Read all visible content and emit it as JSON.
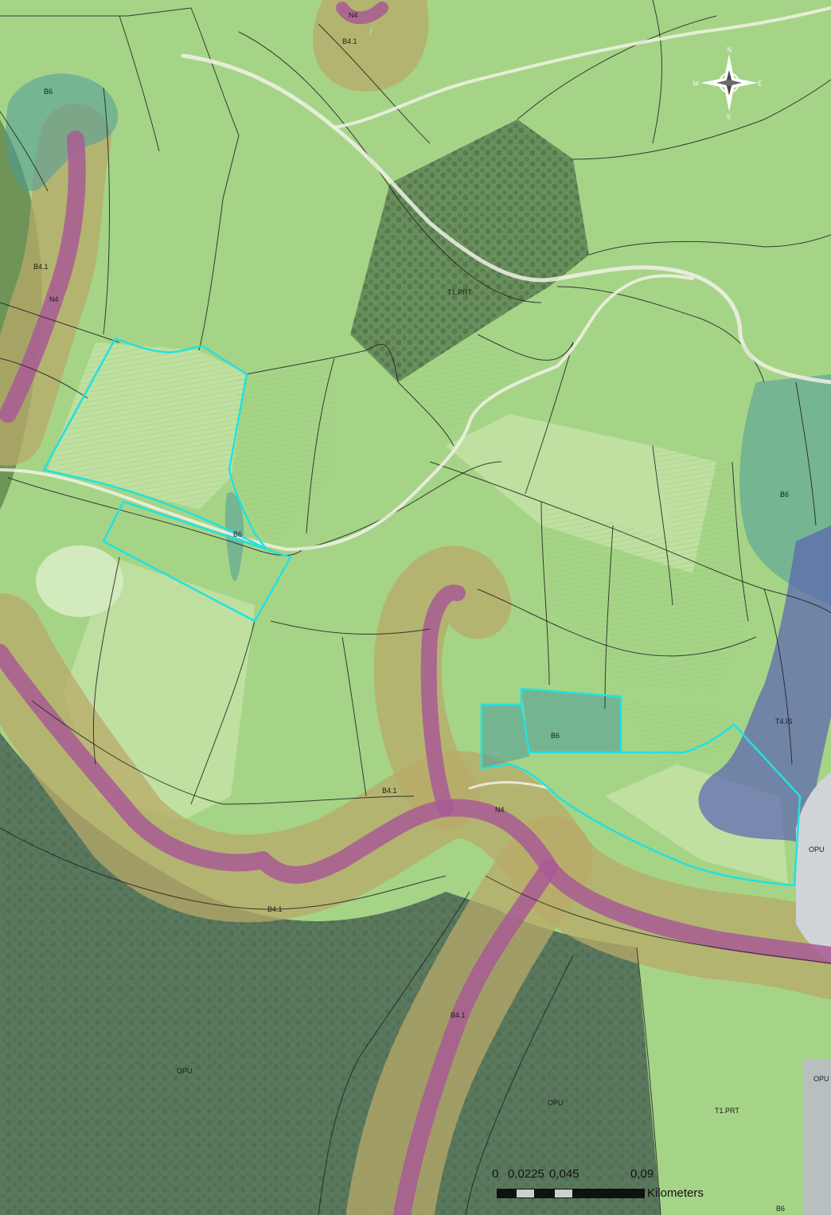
{
  "map": {
    "zone_labels": {
      "n4_top": "N4",
      "b41_top": "B4.1",
      "b6_top_left": "B6",
      "b41_left": "B4.1",
      "n4_left": "N4",
      "t1prt_center": "T1.PRT",
      "b6_small": "B6",
      "b6_right": "B6",
      "b6_parcel": "B6",
      "t4is": "T4.IS",
      "b41_mid": "B4.1",
      "n4_mid": "N4",
      "opu_right": "OPU",
      "b41_lower": "B4.1",
      "b41_bottom": "B4.1",
      "opu_bottom_left": "OPU",
      "opu_bottom_mid": "OPU",
      "t1prt_bottom": "T1.PRT",
      "opu_edge": "OPU",
      "b6_bottom": "B6"
    },
    "compass": {
      "north": "N",
      "south": "S",
      "east": "E",
      "west": "W",
      "icon": "compass-rose-icon"
    },
    "scale_bar": {
      "ticks": [
        "0",
        "0,0225",
        "0,045",
        "0,09"
      ],
      "unit": "Kilometers"
    },
    "colors": {
      "farmland": "#9fcf7f",
      "forest": "#5d7f52",
      "dark_forest": "#4a6a52",
      "zone_n4": "#a75a93",
      "zone_b41": "#b6a46a",
      "zone_b6": "#4f9a9a",
      "zone_t4is": "#5a63b4",
      "zone_opu": "#5f7068",
      "parcel_outline": "#22e1e1"
    }
  }
}
